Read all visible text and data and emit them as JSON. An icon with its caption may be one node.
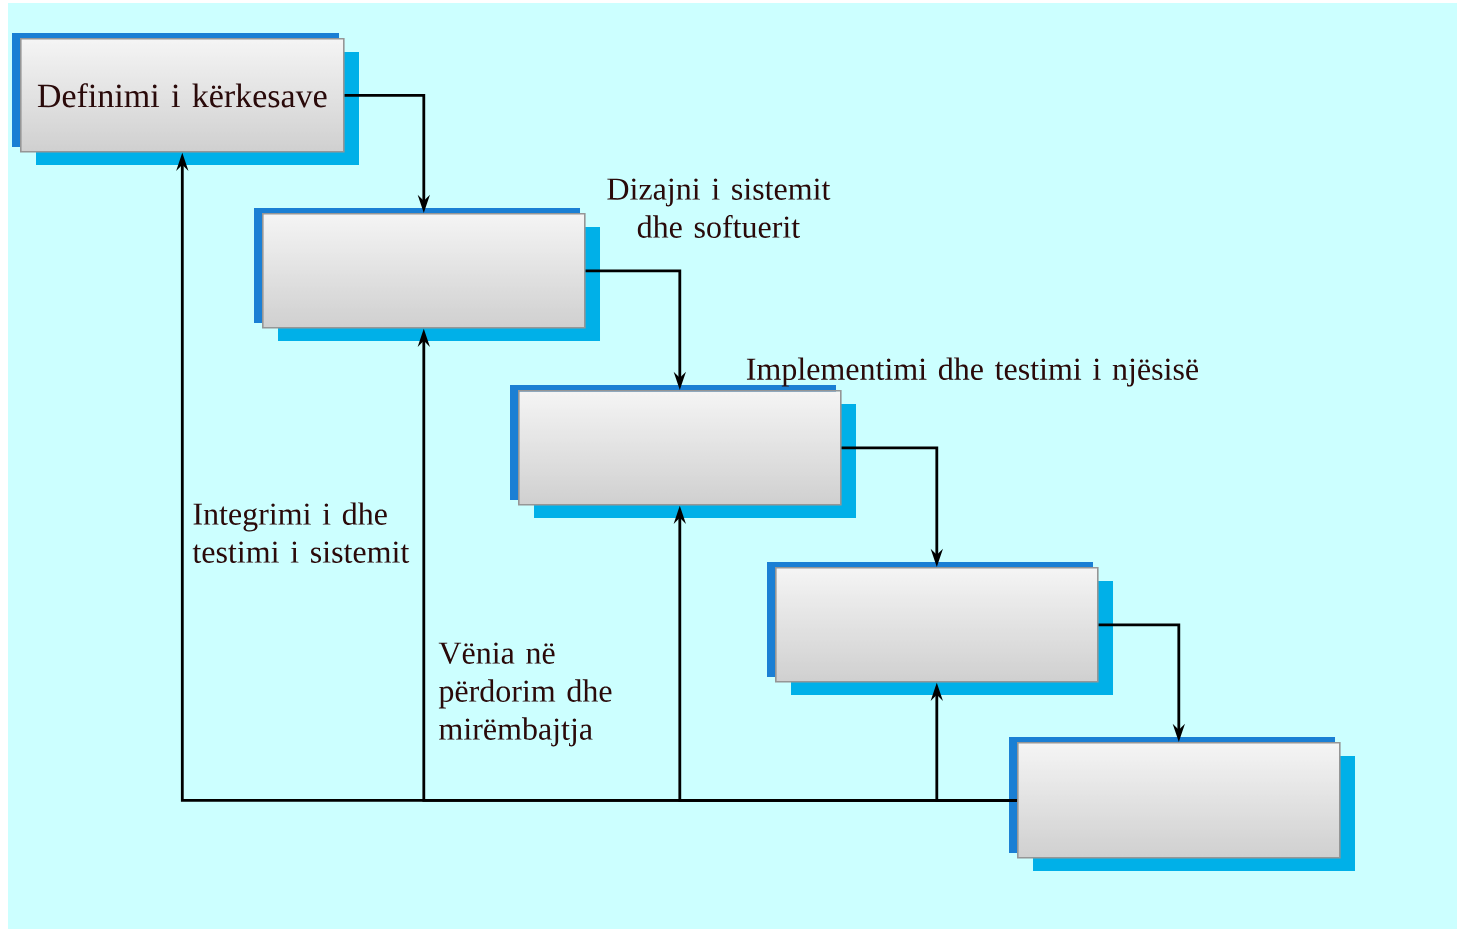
{
  "diagram": {
    "nodes": [
      {
        "text": [
          "Definimi i kërkesave"
        ]
      },
      {
        "text": [
          "Dizajni i sistemit dhe softuerit"
        ]
      },
      {
        "text": [
          "Implementimi dhe testimi i njësisë"
        ]
      },
      {
        "text": [],
        "shape": "box"
      },
      {
        "text": [],
        "shape": "box"
      }
    ],
    "edges": [
      {
        "from": 0,
        "to": 1,
        "arrow": "to"
      },
      {
        "from": 1,
        "to": 2,
        "arrow": "to"
      },
      {
        "from": 2,
        "to": 3,
        "arrow": "to"
      },
      {
        "from": 3,
        "to": 4,
        "arrow": "to"
      },
      {
        "from": 4,
        "to": 3,
        "arrow": "to"
      },
      {
        "from": 4,
        "to": 2,
        "arrow": "to"
      },
      {
        "from": 4,
        "to": 1,
        "arrow": "to"
      },
      {
        "from": 4,
        "to": 0,
        "arrow": "to"
      }
    ],
    "labels": [
      "Integrimi i dhe testimi i sistemit",
      "Vënia në përdorim dhe mirëmbajtja"
    ]
  }
}
